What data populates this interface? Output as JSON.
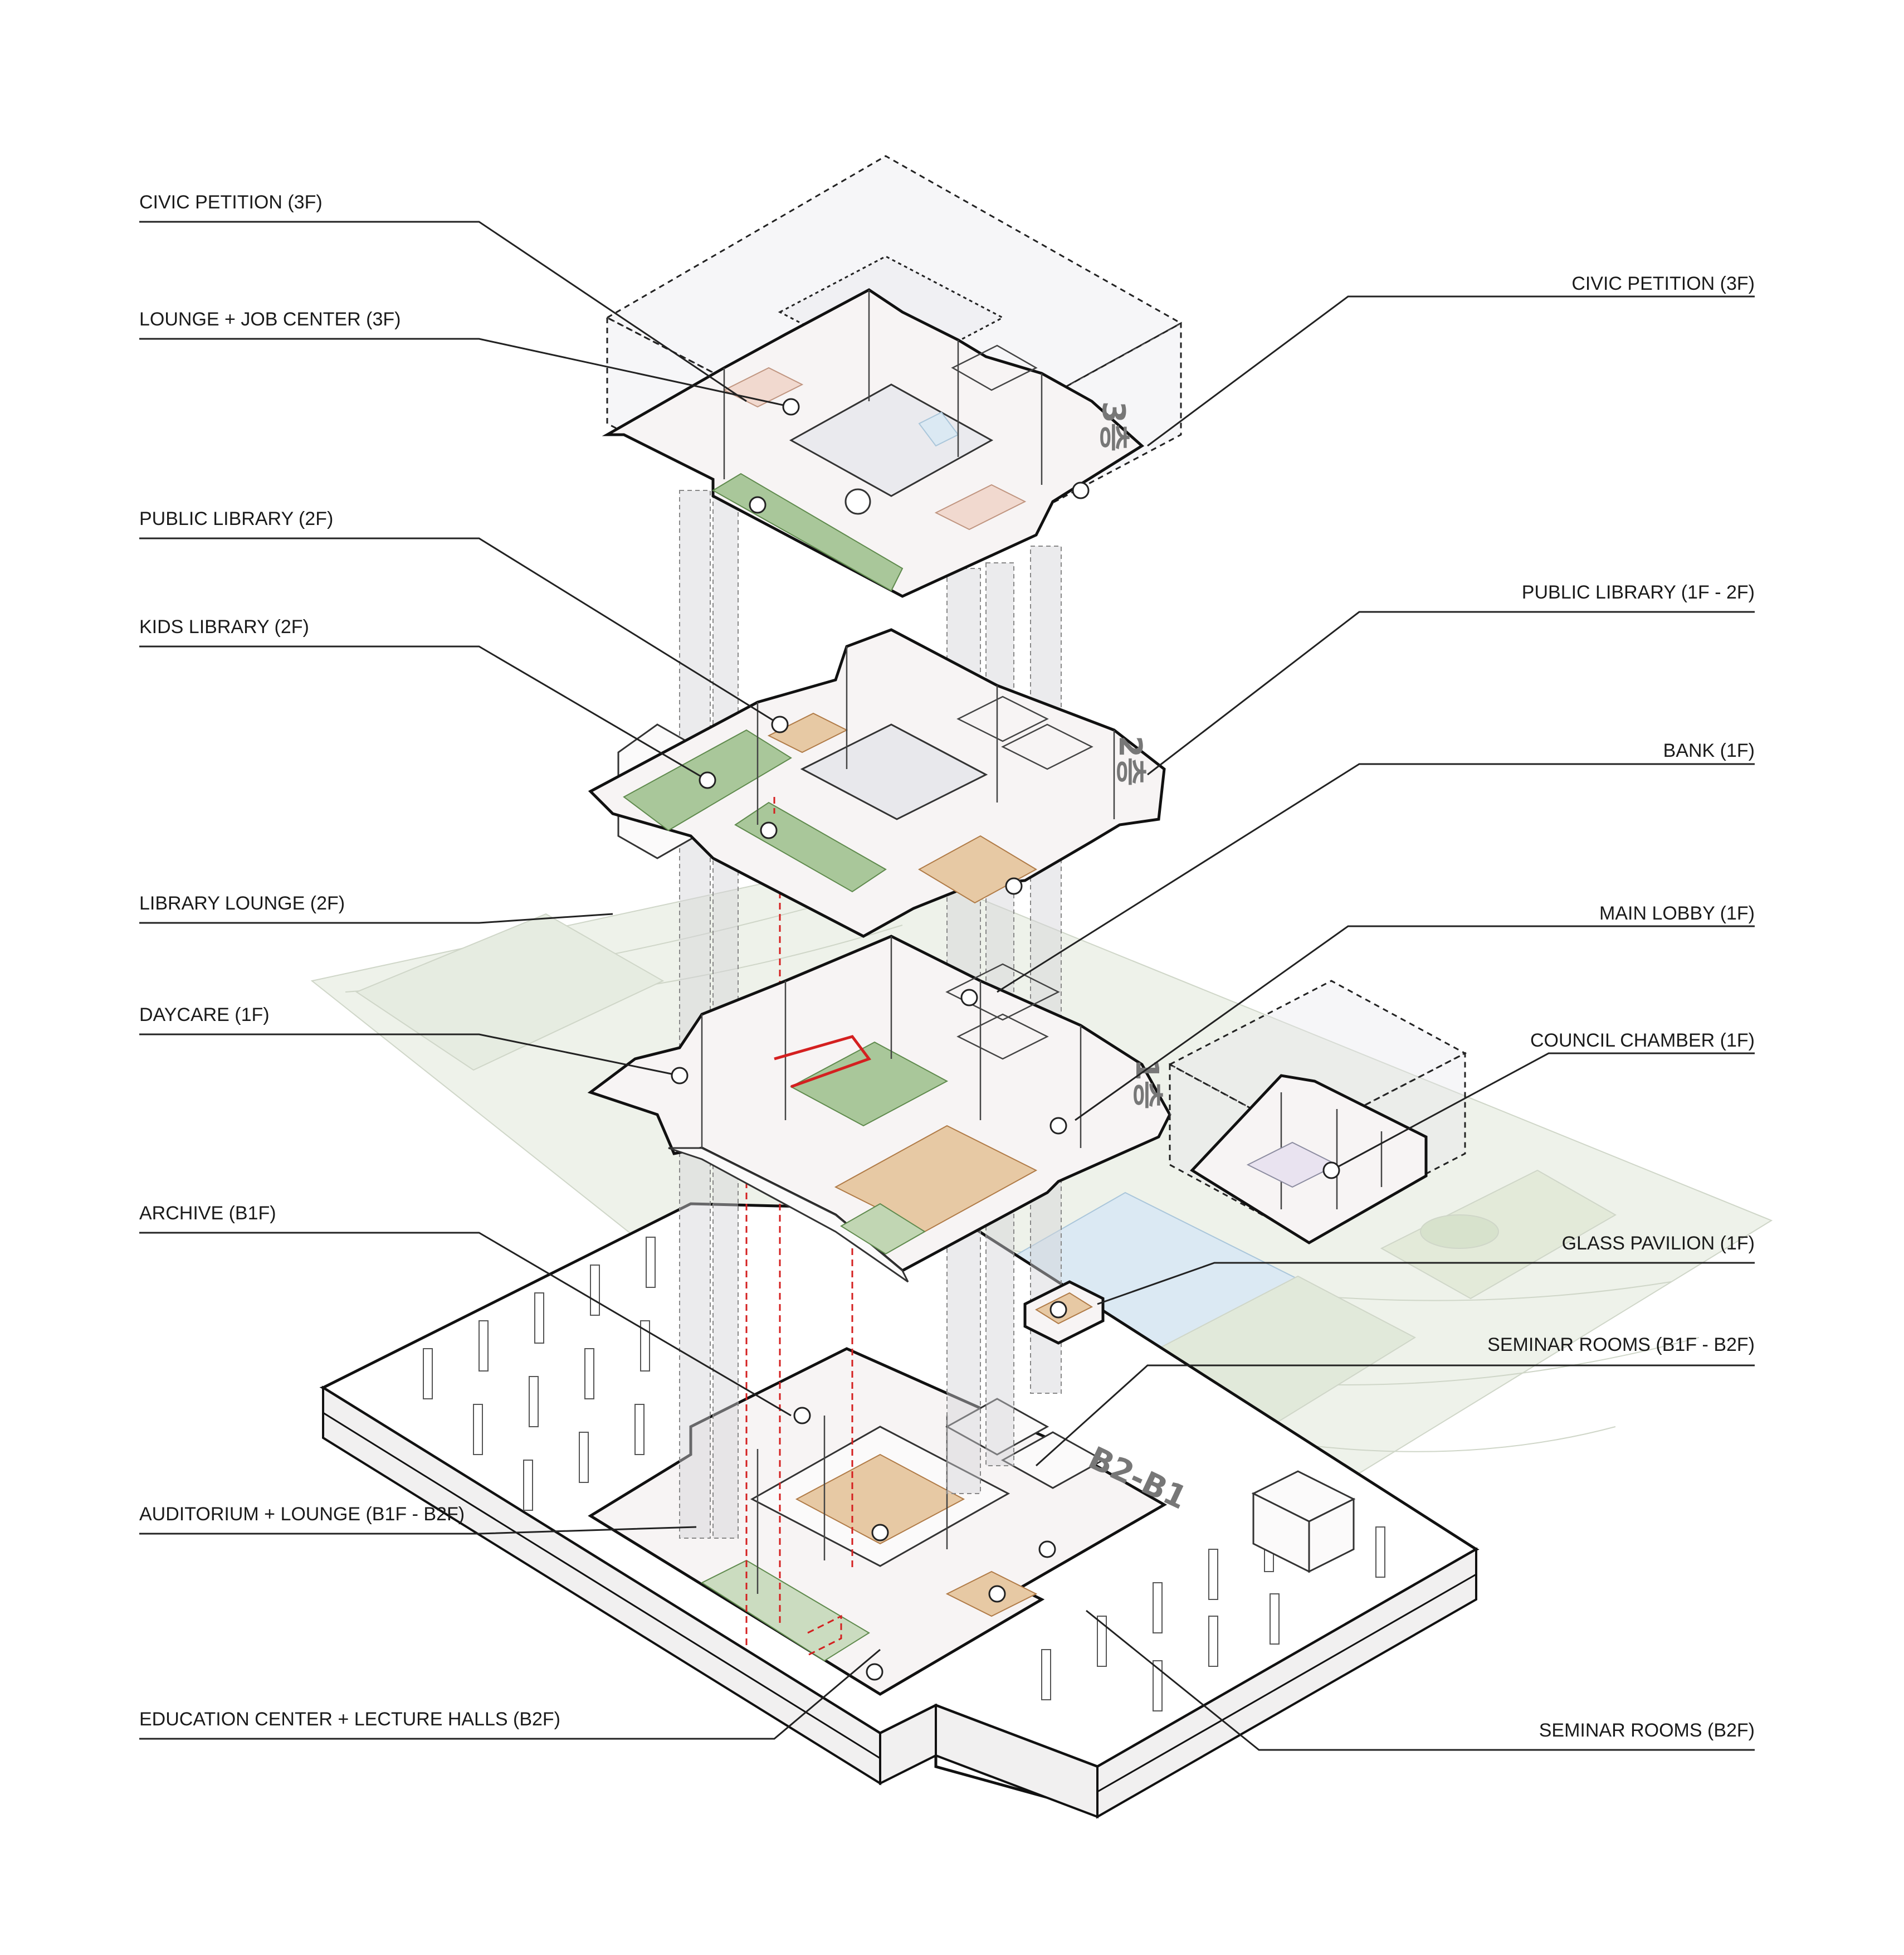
{
  "labels_left": [
    {
      "id": "civic-petition-3f-left",
      "text": "CIVIC PETITION (3F)"
    },
    {
      "id": "lounge-job-center-3f",
      "text": "LOUNGE + JOB CENTER (3F)"
    },
    {
      "id": "public-library-2f",
      "text": "PUBLIC LIBRARY (2F)"
    },
    {
      "id": "kids-library-2f",
      "text": "KIDS LIBRARY (2F)"
    },
    {
      "id": "library-lounge-2f",
      "text": "LIBRARY LOUNGE (2F)"
    },
    {
      "id": "daycare-1f",
      "text": "DAYCARE (1F)"
    },
    {
      "id": "archive-b1f",
      "text": "ARCHIVE (B1F)"
    },
    {
      "id": "auditorium-lounge",
      "text": "AUDITORIUM + LOUNGE (B1F - B2F)"
    },
    {
      "id": "education-center",
      "text": "EDUCATION CENTER + LECTURE HALLS (B2F)"
    }
  ],
  "labels_right": [
    {
      "id": "civic-petition-3f-right",
      "text": "CIVIC PETITION (3F)"
    },
    {
      "id": "public-library-1f-2f",
      "text": "PUBLIC LIBRARY (1F - 2F)"
    },
    {
      "id": "bank-1f",
      "text": "BANK (1F)"
    },
    {
      "id": "main-lobby-1f",
      "text": "MAIN LOBBY (1F)"
    },
    {
      "id": "council-chamber-1f",
      "text": "COUNCIL CHAMBER (1F)"
    },
    {
      "id": "glass-pavilion-1f",
      "text": "GLASS PAVILION (1F)"
    },
    {
      "id": "seminar-rooms-b1f-b2f",
      "text": "SEMINAR ROOMS (B1F - B2F)"
    },
    {
      "id": "seminar-rooms-b2f",
      "text": "SEMINAR ROOMS (B2F)"
    }
  ],
  "floor_tags": {
    "third": "3층",
    "second": "2층",
    "first": "1층",
    "basement": "B2-B1"
  },
  "colors": {
    "line": "#111111",
    "circulation": "#d42020",
    "planting": "#a9c79a",
    "furniture": "#e7c9a4",
    "site": "#eef2ea",
    "water": "#dbe9f3"
  }
}
